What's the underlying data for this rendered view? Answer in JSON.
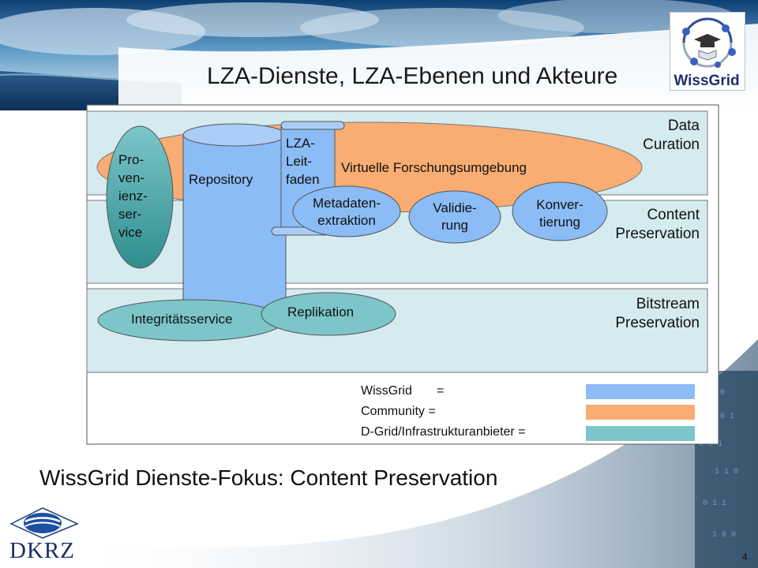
{
  "slide": {
    "title": "LZA-Dienste, LZA-Ebenen und Akteure",
    "subtitle": "WissGrid Dienste-Fokus: Content Preservation",
    "page_number": "4",
    "wissgrid_logo_text": "WissGrid",
    "dkrz_logo_text": "DKRZ"
  },
  "layers": {
    "data_curation": [
      "Data",
      "Curation"
    ],
    "content_preservation": [
      "Content",
      "Preservation"
    ],
    "bitstream_preservation": [
      "Bitstream",
      "Preservation"
    ]
  },
  "services": {
    "virtual_env": "Virtuelle Forschungsumgebung",
    "repository": "Repository",
    "provenance": [
      "Pro-",
      "ven-",
      "ienz-",
      "ser-",
      "vice"
    ],
    "guide": [
      "LZA-",
      "Leit-",
      "faden"
    ],
    "metadata": [
      "Metadaten-",
      "extraktion"
    ],
    "validation": [
      "Validie-",
      "rung"
    ],
    "conversion": [
      "Konver-",
      "tierung"
    ],
    "integrity": "Integritätsservice",
    "replication": "Replikation"
  },
  "legend": [
    {
      "label": "WissGrid       =",
      "color": "#8bbcf5"
    },
    {
      "label": "Community =",
      "color": "#f9ad72"
    },
    {
      "label": "D-Grid/Infrastrukturanbieter =",
      "color": "#7cc6c9"
    }
  ],
  "colors": {
    "wissgrid": "#8bbcf5",
    "community": "#f9ad72",
    "infrastructure": "#7cc6c9",
    "layer_fill": "#d5ebf0"
  }
}
